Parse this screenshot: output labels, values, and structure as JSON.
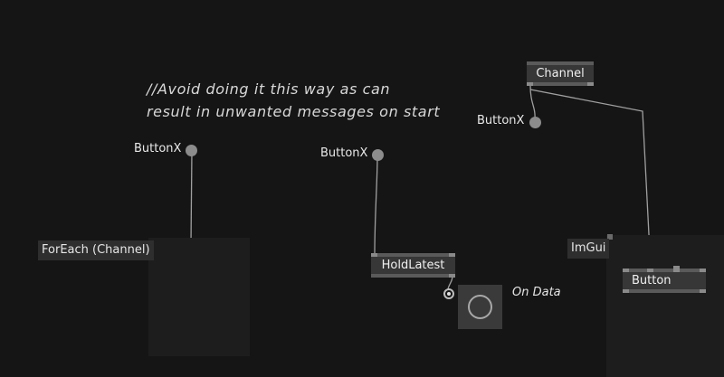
{
  "comment": {
    "line1": "//Avoid doing it this way as can",
    "line2": "result in unwanted messages on start"
  },
  "foreach_region": {
    "label": "ForEach (Channel)"
  },
  "imgui_region": {
    "label": "ImGui"
  },
  "pads": [
    {
      "label": "ButtonX"
    },
    {
      "label": "ButtonX"
    },
    {
      "label": "ButtonX"
    }
  ],
  "nodes": {
    "channel": "Channel",
    "hold_latest": "HoldLatest",
    "button": "Button"
  },
  "on_data": {
    "label": "On Data"
  },
  "colors": {
    "background": "#151515",
    "node": "#373737",
    "wire": "#a0a0a0",
    "pad": "#8c8c8c"
  }
}
